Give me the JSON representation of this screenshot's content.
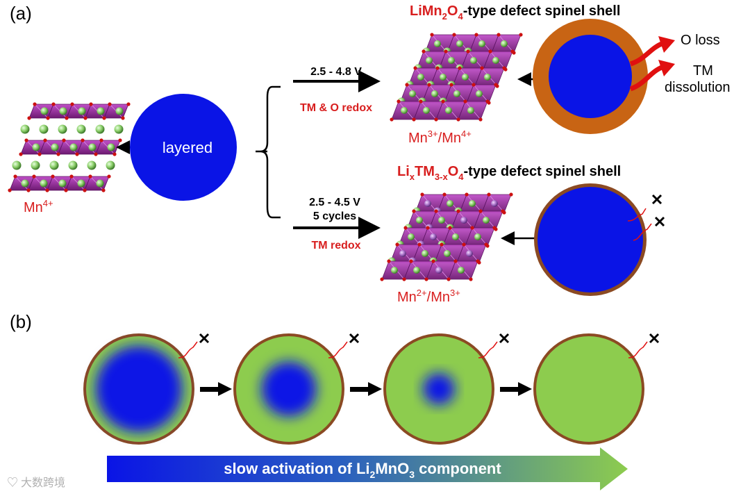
{
  "panel_a": {
    "label": "(a)",
    "layered_label": "layered",
    "mn4_base": "Mn",
    "mn4_sup": "4+",
    "upper_branch": {
      "voltage": "2.5 - 4.8 V",
      "process": "TM & O redox",
      "shell_title_prefix": "LiMn",
      "shell_title_sub1": "2",
      "shell_title_mid": "O",
      "shell_title_sub2": "4",
      "shell_title_suffix": "-type  defect spinel shell",
      "ox_a_base": "Mn",
      "ox_a_sup": "3+",
      "ox_sep": "/",
      "ox_b_base": "Mn",
      "ox_b_sup": "4+",
      "o_loss": "O loss",
      "tm_line1": "TM",
      "tm_line2": "dissolution"
    },
    "lower_branch": {
      "voltage": "2.5 - 4.5 V",
      "cycles": "5 cycles",
      "process": "TM redox",
      "shell_title_prefix": "Li",
      "shell_title_sub1": "x",
      "shell_title_mid": "TM",
      "shell_title_sub2": "3-x",
      "shell_title_mid2": "O",
      "shell_title_sub3": "4",
      "shell_title_suffix": "-type defect spinel shell",
      "ox_a_base": "Mn",
      "ox_a_sup": "2+",
      "ox_sep": "/",
      "ox_b_base": "Mn",
      "ox_b_sup": "3+"
    }
  },
  "panel_b": {
    "label": "(b)",
    "arrow_prefix": "slow activation of Li",
    "arrow_sub1": "2",
    "arrow_mid": "MnO",
    "arrow_sub2": "3",
    "arrow_suffix": " component",
    "stages": [
      {
        "core_fraction": 0.82,
        "blur": true
      },
      {
        "core_fraction": 0.52,
        "blur": true
      },
      {
        "core_fraction": 0.3,
        "blur": true
      },
      {
        "core_fraction": 0.0,
        "blur": false
      }
    ]
  },
  "watermark": "大数跨境",
  "colors": {
    "core_blue": "#0a14e6",
    "shell_orange": "#c86414",
    "shell_brown": "#8b4a23",
    "green": "#8dcc4e",
    "red_text": "#d81e1e",
    "slab_purple": "#8b2a8e",
    "slab_light": "#c050c8",
    "ion_green": "#8ccf6a",
    "oxygen_red": "#cc1111"
  }
}
